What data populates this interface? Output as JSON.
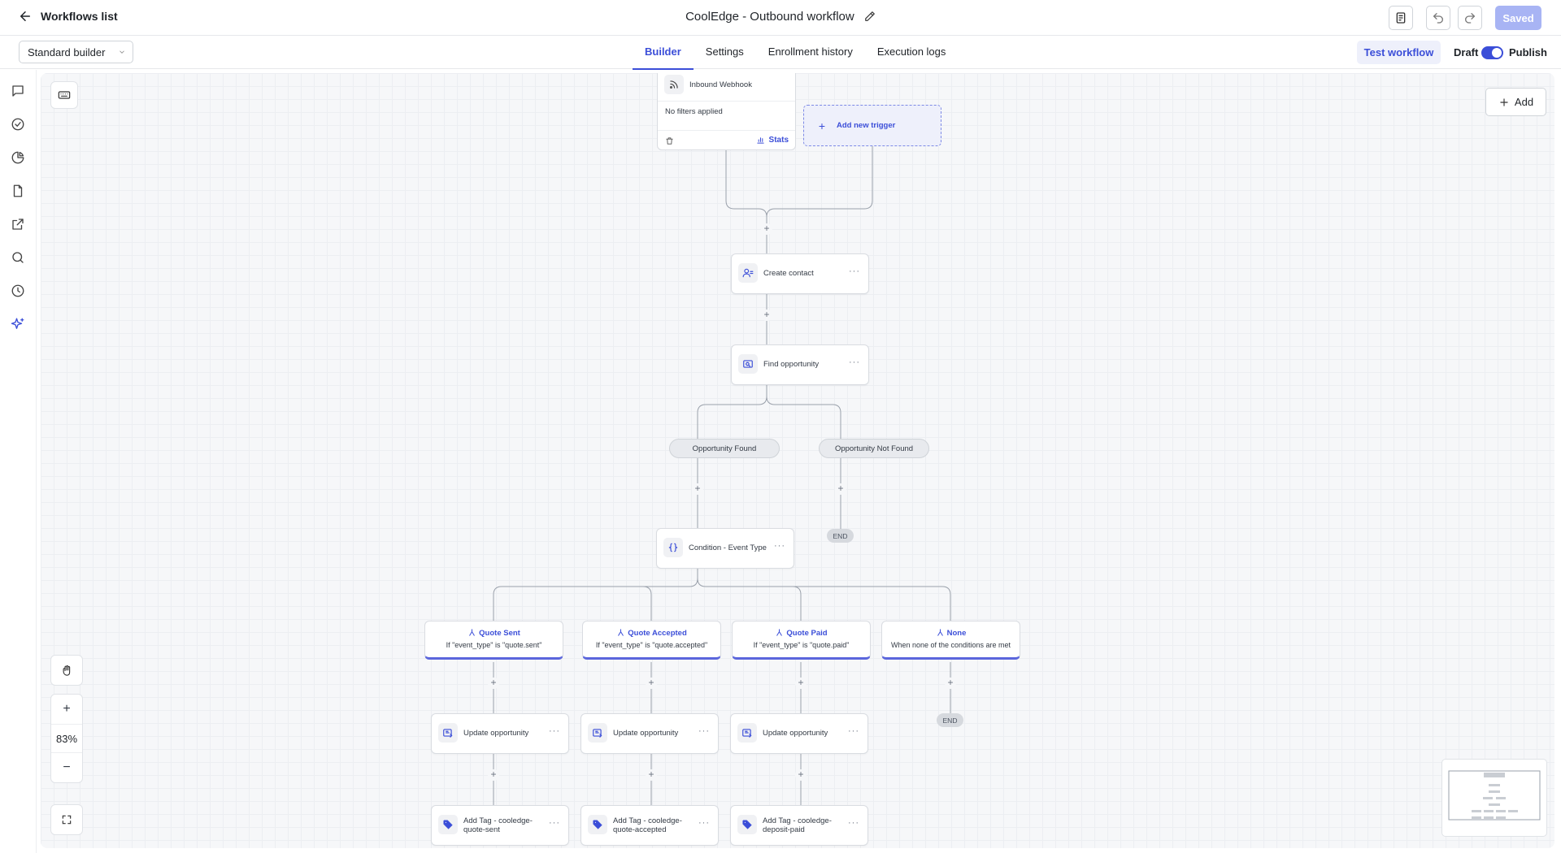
{
  "header": {
    "back_label": "Workflows list",
    "workflow_title": "CoolEdge - Outbound workflow",
    "saved_label": "Saved"
  },
  "subbar": {
    "builder_select_value": "Standard builder",
    "tabs": [
      {
        "label": "Builder",
        "active": true
      },
      {
        "label": "Settings",
        "active": false
      },
      {
        "label": "Enrollment history",
        "active": false
      },
      {
        "label": "Execution logs",
        "active": false
      }
    ],
    "test_workflow_label": "Test workflow",
    "draft_label": "Draft",
    "publish_label": "Publish",
    "publish_toggle_on": true
  },
  "rail": {
    "icons": [
      "chat-icon",
      "check-circle-icon",
      "pie-chart-icon",
      "document-icon",
      "external-link-icon",
      "search-icon",
      "history-icon",
      "sparkle-icon"
    ]
  },
  "canvas": {
    "add_label": "Add",
    "zoom_level": "83%",
    "trigger": {
      "title": "Inbound Webhook",
      "filters_text": "No filters applied",
      "stats_label": "Stats"
    },
    "add_trigger_label": "Add new trigger",
    "actions": {
      "create_contact": "Create contact",
      "find_opportunity": "Find opportunity",
      "condition": "Condition - Event Type"
    },
    "split_labels": {
      "found": "Opportunity Found",
      "not_found": "Opportunity Not Found"
    },
    "end_label": "END",
    "branches": [
      {
        "title": "Quote Sent",
        "condition": "If \"event_type\" is \"quote.sent\""
      },
      {
        "title": "Quote Accepted",
        "condition": "If \"event_type\" is \"quote.accepted\""
      },
      {
        "title": "Quote Paid",
        "condition": "If \"event_type\" is \"quote.paid\""
      },
      {
        "title": "None",
        "condition": "When none of the conditions are met"
      }
    ],
    "update_label": "Update opportunity",
    "tags": [
      {
        "line1": "Add Tag - cooledge-",
        "line2": "quote-sent"
      },
      {
        "line1": "Add Tag - cooledge-",
        "line2": "quote-accepted"
      },
      {
        "line1": "Add Tag - cooledge-",
        "line2": "deposit-paid"
      }
    ]
  },
  "colors": {
    "accent": "#3b4ed8",
    "saved_bg": "#a8b4f4",
    "branch_bar": "#5b66dc"
  }
}
